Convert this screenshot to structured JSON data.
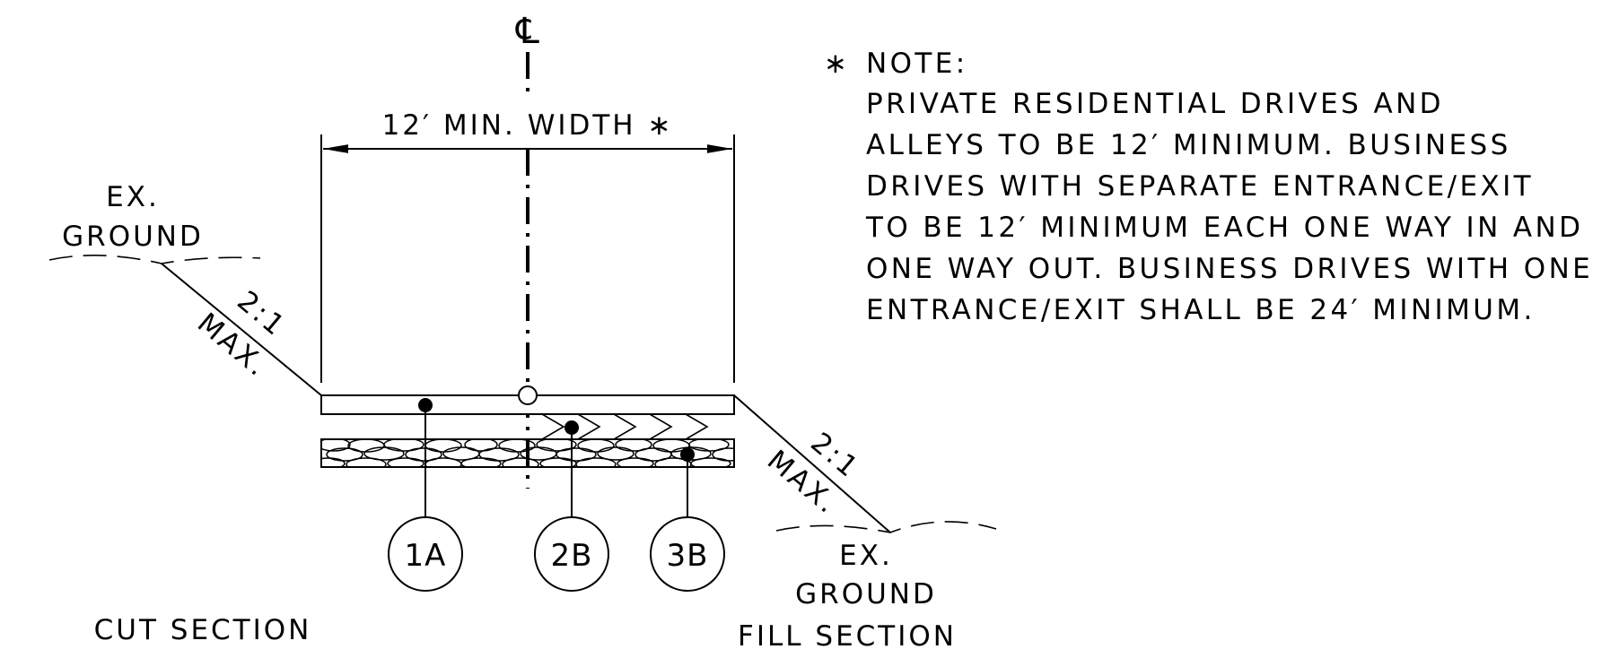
{
  "centerline": {
    "symbol": "℄"
  },
  "dimension": {
    "label": "12′ MIN. WIDTH ∗"
  },
  "left": {
    "ground_line1": "EX.",
    "ground_line2": "GROUND",
    "slope_ratio": "2:1",
    "slope_max": "MAX.",
    "section_title": "CUT SECTION"
  },
  "right": {
    "ground_line1": "EX.",
    "ground_line2": "GROUND",
    "slope_ratio": "2:1",
    "slope_max": "MAX.",
    "section_title": "FILL SECTION"
  },
  "callouts": [
    {
      "label": "1A"
    },
    {
      "label": "2B"
    },
    {
      "label": "3B"
    }
  ],
  "note": {
    "marker": "∗",
    "heading": "NOTE:",
    "lines": [
      "PRIVATE RESIDENTIAL DRIVES AND",
      "ALLEYS TO BE 12′ MINIMUM. BUSINESS",
      "DRIVES WITH SEPARATE ENTRANCE/EXIT",
      "TO BE 12′ MINIMUM EACH ONE WAY IN AND",
      "ONE WAY OUT. BUSINESS DRIVES WITH ONE",
      "ENTRANCE/EXIT SHALL BE 24′ MINIMUM."
    ]
  }
}
